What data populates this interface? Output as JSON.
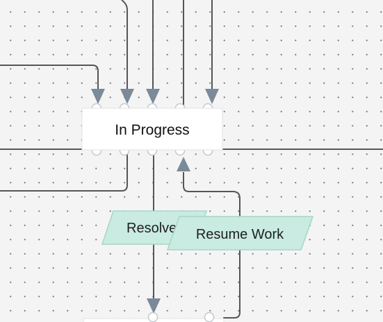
{
  "statuses": {
    "in_progress": "In Progress",
    "next_status": ""
  },
  "transitions": {
    "resolve": "Resolve",
    "resume_work": "Resume Work"
  },
  "colors": {
    "canvas": "#f4f4f4",
    "line": "#555555",
    "arrow": "#7b8a98",
    "port": "#c2c8ce",
    "status_fill": "#ffffff",
    "transition_fill": "#c9ebe1",
    "transition_stroke": "#a6d6c6"
  }
}
